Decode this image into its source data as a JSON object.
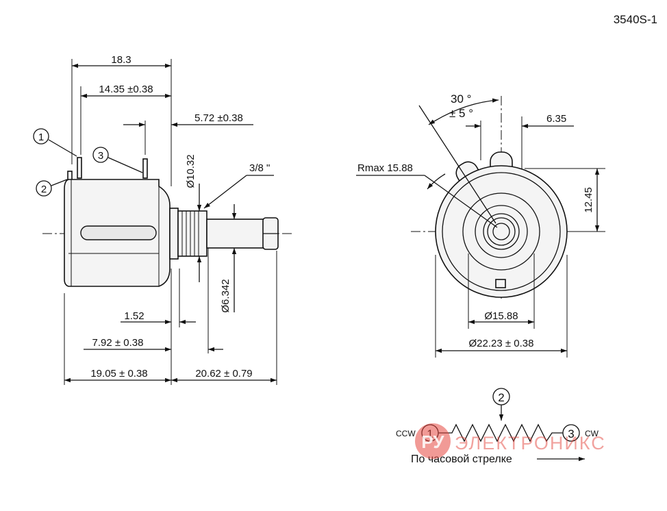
{
  "part_number": "3540S-1",
  "side_view": {
    "pin_labels": [
      "1",
      "2",
      "3"
    ],
    "dims": {
      "overall_length": "18.3",
      "pin_span": "14.35 ±0.38",
      "shaft_offset": "5.72 ±0.38",
      "bushing_diameter": "Ø10.32",
      "thread": "3/8 \"",
      "shaft_diameter": "Ø6.342",
      "bushing_step": "1.52",
      "bushing_length": "7.92 ± 0.38",
      "body_length": "19.05 ± 0.38",
      "shaft_length": "20.62 ± 0.79"
    }
  },
  "front_view": {
    "dims": {
      "angle": "30 °",
      "angle_tolerance": "± 5 °",
      "pin_pitch": "6.35",
      "max_radius": "Rmax 15.88",
      "height": "12.45",
      "inner_diameter": "Ø15.88",
      "outer_diameter": "Ø22.23 ± 0.38"
    }
  },
  "schematic": {
    "wiper_label": "2",
    "ccw_pin_label": "1",
    "cw_pin_label": "3",
    "ccw_text": "CCW",
    "cw_text": "CW",
    "direction_caption": "По часовой стрелке"
  },
  "watermark": {
    "logo_letters": "РУ",
    "text": "ЭЛЕКТРОНИКС",
    "color": "#e5473f"
  }
}
